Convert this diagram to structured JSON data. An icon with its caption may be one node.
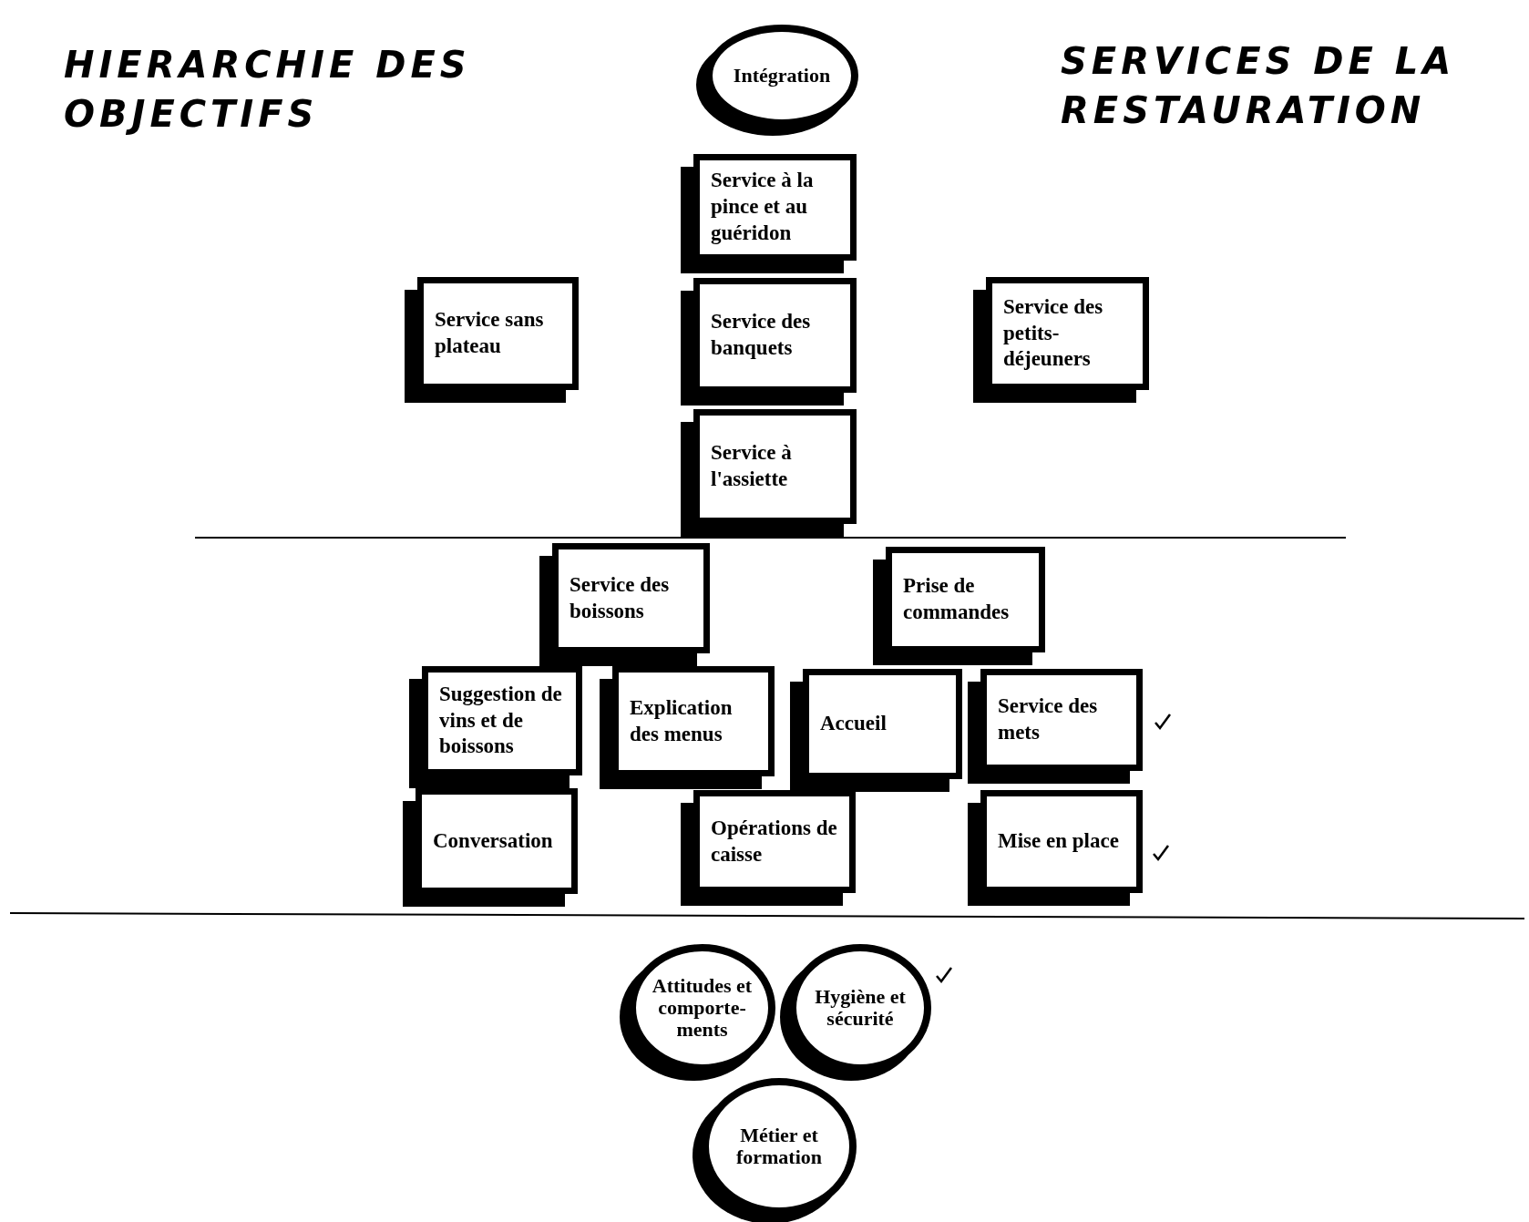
{
  "diagram": {
    "title": "HIERARCHIE DES OBJECTIFS",
    "nodes": [
      {
        "text": [
          "Intégration"
        ]
      },
      {
        "text": [
          "Service à la pince et au guéridon"
        ]
      },
      {
        "text": [
          "Service sans plateau"
        ]
      },
      {
        "text": [
          "Service des banquets"
        ]
      },
      {
        "text": [
          "Service des petits-déjeuners"
        ]
      },
      {
        "text": [
          "Service à l'assiette"
        ]
      },
      {
        "text": [
          "Service des boissons"
        ]
      },
      {
        "text": [
          "Prise de commandes"
        ]
      },
      {
        "text": [
          "Suggestion de vins et de boissons"
        ]
      },
      {
        "text": [
          "Explication des menus"
        ]
      },
      {
        "text": [
          "Accueil"
        ]
      },
      {
        "text": [
          "Service des mets"
        ]
      },
      {
        "text": [
          "Conversation"
        ]
      },
      {
        "text": [
          "Opérations de caisse"
        ]
      },
      {
        "text": [
          "Mise en place"
        ]
      },
      {
        "text": [
          "Attitudes et comporte-ments"
        ]
      },
      {
        "text": [
          "Hygiène et sécurité"
        ]
      },
      {
        "text": [
          "Métier et formation"
        ]
      }
    ],
    "edges": [],
    "labels": [
      "SERVICES DE LA RESTAURATION"
    ]
  }
}
